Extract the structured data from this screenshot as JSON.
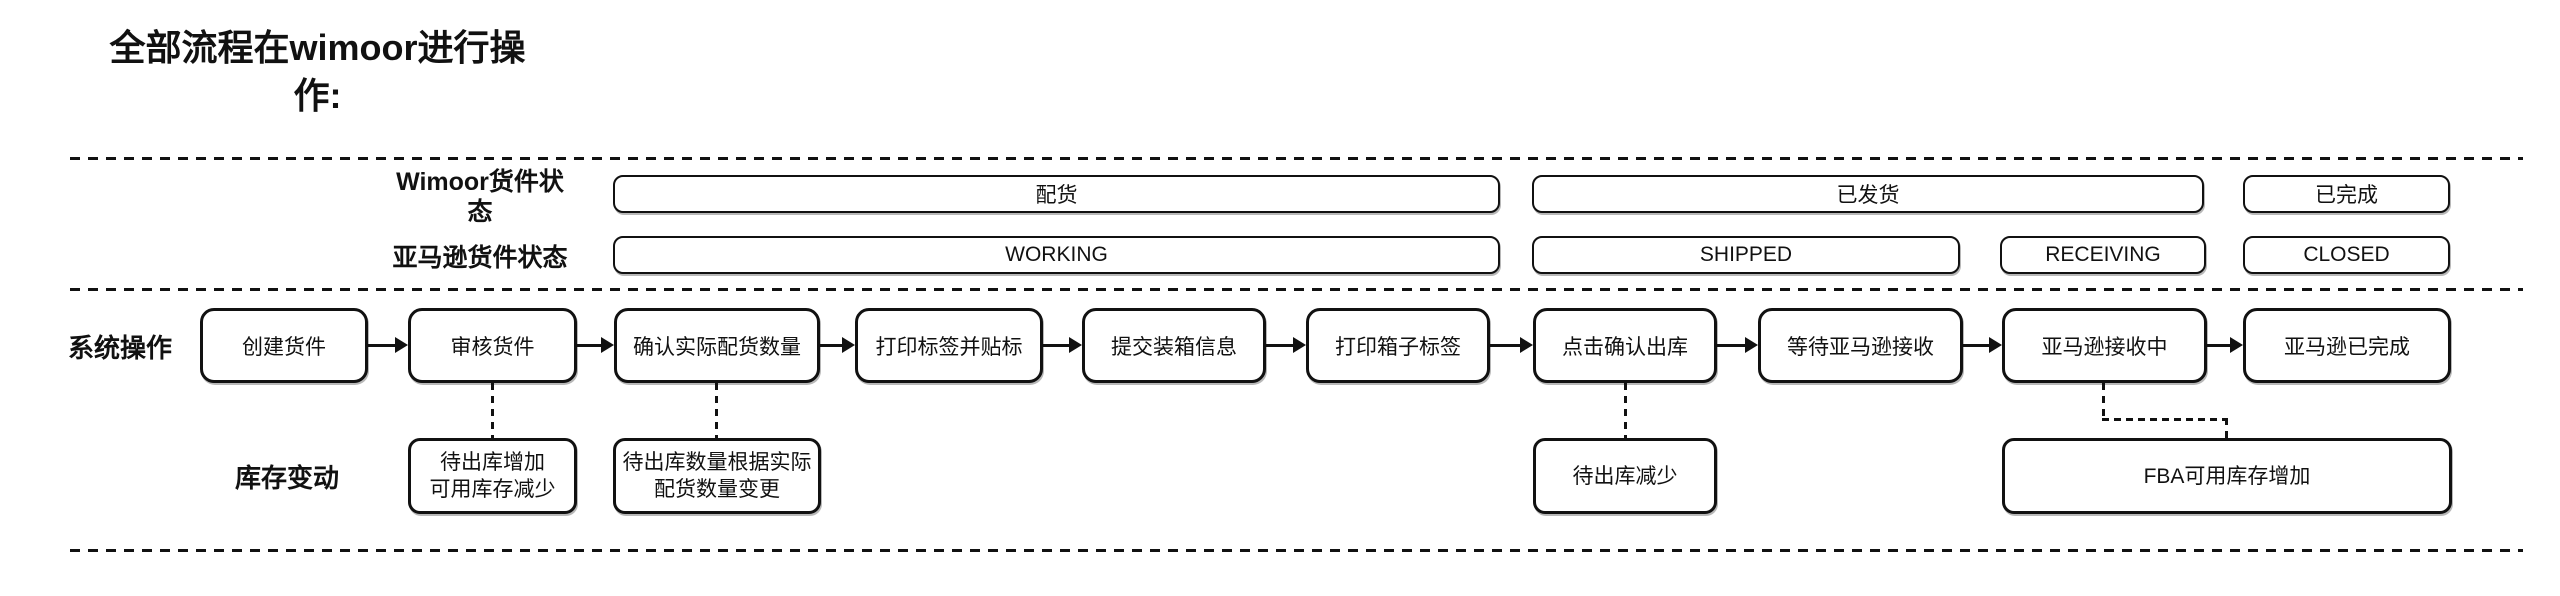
{
  "title": {
    "line1": "全部流程在wimoor进行操",
    "line2": "作:"
  },
  "rows": {
    "wimoor_status": {
      "label_line1": "Wimoor货件状",
      "label_line2": "态"
    },
    "amazon_status": {
      "label": "亚马逊货件状态"
    },
    "system_ops": {
      "label": "系统操作"
    },
    "inventory": {
      "label": "库存变动"
    }
  },
  "wimoor_bars": [
    {
      "label": "配货"
    },
    {
      "label": "已发货"
    },
    {
      "label": "已完成"
    }
  ],
  "amazon_bars": [
    {
      "label": "WORKING"
    },
    {
      "label": "SHIPPED"
    },
    {
      "label": "RECEIVING"
    },
    {
      "label": "CLOSED"
    }
  ],
  "ops": [
    {
      "label": "创建货件"
    },
    {
      "label": "审核货件"
    },
    {
      "label": "确认实际配货数量"
    },
    {
      "label": "打印标签并贴标"
    },
    {
      "label": "提交装箱信息"
    },
    {
      "label": "打印箱子标签"
    },
    {
      "label": "点击确认出库"
    },
    {
      "label": "等待亚马逊接收"
    },
    {
      "label": "亚马逊接收中"
    },
    {
      "label": "亚马逊已完成"
    }
  ],
  "inventory_boxes": [
    {
      "line1": "待出库增加",
      "line2": "可用库存减少"
    },
    {
      "line1": "待出库数量根据实际",
      "line2": "配货数量变更"
    },
    {
      "line1": "待出库减少",
      "line2": ""
    },
    {
      "line1": "FBA可用库存增加",
      "line2": ""
    }
  ],
  "colors": {
    "ink": "#111111",
    "background": "#ffffff"
  }
}
